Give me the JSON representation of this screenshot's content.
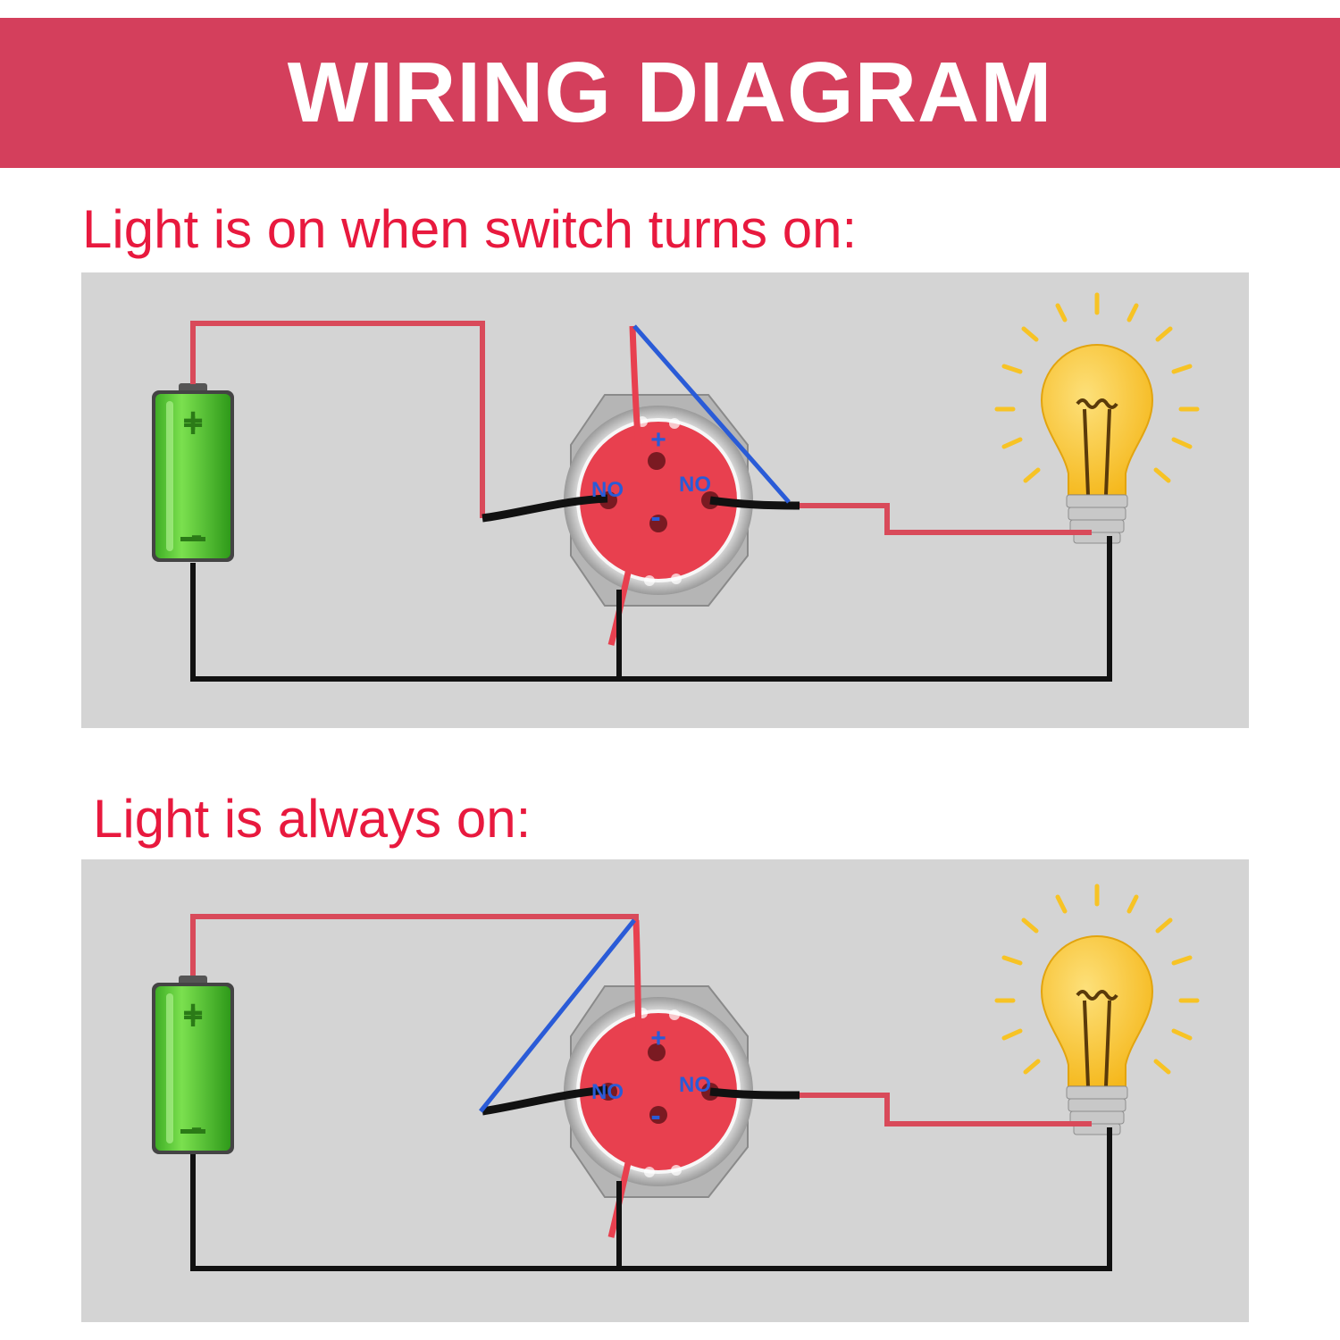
{
  "header": {
    "title": "WIRING DIAGRAM"
  },
  "diagrams": [
    {
      "caption": "Light is on when switch turns on:",
      "switch": {
        "left_terminal": "NO",
        "right_terminal": "NO",
        "top_terminal": "+",
        "bottom_terminal": "-"
      },
      "battery": {
        "positive": "+",
        "negative": "-"
      }
    },
    {
      "caption": "Light is always on:",
      "switch": {
        "left_terminal": "NO",
        "right_terminal": "NO",
        "top_terminal": "+",
        "bottom_terminal": "-"
      },
      "battery": {
        "positive": "+",
        "negative": "-"
      }
    }
  ],
  "colors": {
    "banner": "#d43f5c",
    "caption": "#e8193e",
    "panel": "#d4d4d4",
    "red_wire": "#d94a5a",
    "black_wire": "#111111",
    "blue_wire": "#2a5bd7",
    "battery": "#5fd13a",
    "bulb": "#f7c325",
    "switch_face": "#e8404f"
  }
}
